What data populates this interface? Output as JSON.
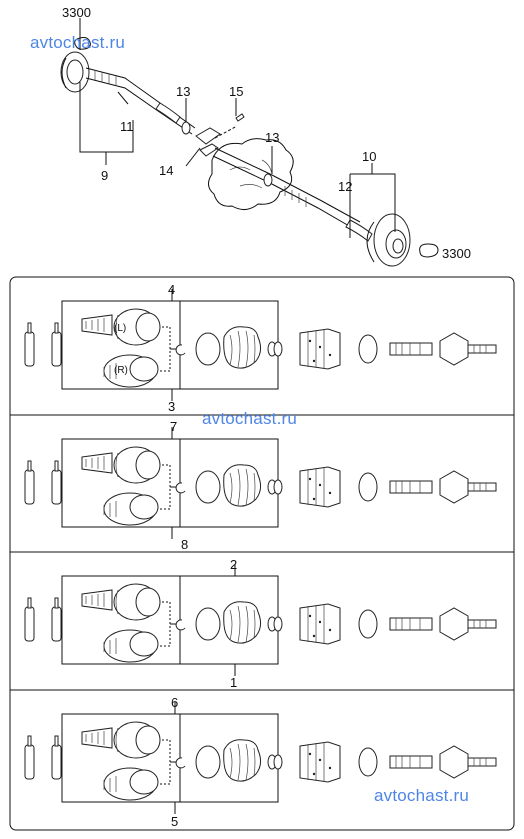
{
  "watermarks": {
    "top": "avtochast.ru",
    "middle": "avtochast.ru",
    "bottom": "avtochast.ru"
  },
  "callouts": {
    "c3300_top": "3300",
    "c3300_right": "3300",
    "c9": "9",
    "c10": "10",
    "c11": "11",
    "c12": "12",
    "c13_left": "13",
    "c13_right": "13",
    "c14": "14",
    "c15": "15"
  },
  "kit_labels": {
    "k1": "1",
    "k2": "2",
    "k3": "3",
    "k4": "4",
    "k5": "5",
    "k6": "6",
    "k7": "7",
    "k8": "8"
  },
  "housing_labels": {
    "left": "(L)",
    "right": "(R)"
  },
  "colors": {
    "watermark": "#4f86e6",
    "line": "#111111"
  }
}
